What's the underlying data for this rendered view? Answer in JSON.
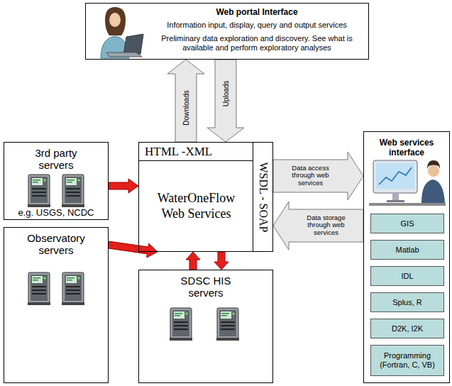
{
  "diagram": {
    "nodes": [
      {
        "text": [
          "Web portal Interface",
          "Information input, display, query and output services",
          "Preliminary data exploration and discovery. See what is available and perform exploratory analyses"
        ]
      },
      {
        "text": [
          "HTML -XML",
          "WaterOneFlow Web Services",
          "WSDL - SOAP"
        ]
      },
      {
        "text": [
          "3rd party servers",
          "e.g. USGS, NCDC"
        ]
      },
      {
        "text": [
          "Observatory servers"
        ]
      },
      {
        "text": [
          "SDSC HIS servers"
        ]
      },
      {
        "text": [
          "Web services interface"
        ]
      },
      {
        "text": [
          "GIS"
        ],
        "in": 5
      },
      {
        "text": [
          "Matlab"
        ],
        "in": 5
      },
      {
        "text": [
          "IDL"
        ],
        "in": 5
      },
      {
        "text": [
          "Splus, R"
        ],
        "in": 5
      },
      {
        "text": [
          "D2K, I2K"
        ],
        "in": 5
      },
      {
        "text": [
          "Programming (Fortran, C, VB)"
        ],
        "in": 5
      }
    ],
    "edges": [
      {
        "from": 1,
        "to": 0,
        "label": "Downloads",
        "arrow": "to"
      },
      {
        "from": 0,
        "to": 1,
        "label": "Uploads",
        "arrow": "to"
      },
      {
        "from": 1,
        "to": 5,
        "label": "Data access through web services",
        "arrow": "to"
      },
      {
        "from": 5,
        "to": 1,
        "label": "Data storage through web services",
        "arrow": "to"
      },
      {
        "from": 2,
        "to": 1,
        "arrow": "to"
      },
      {
        "from": 3,
        "to": 1,
        "arrow": "to"
      },
      {
        "from": 1,
        "to": 4,
        "arrow": "to"
      },
      {
        "from": 4,
        "to": 1,
        "arrow": "to"
      }
    ]
  }
}
